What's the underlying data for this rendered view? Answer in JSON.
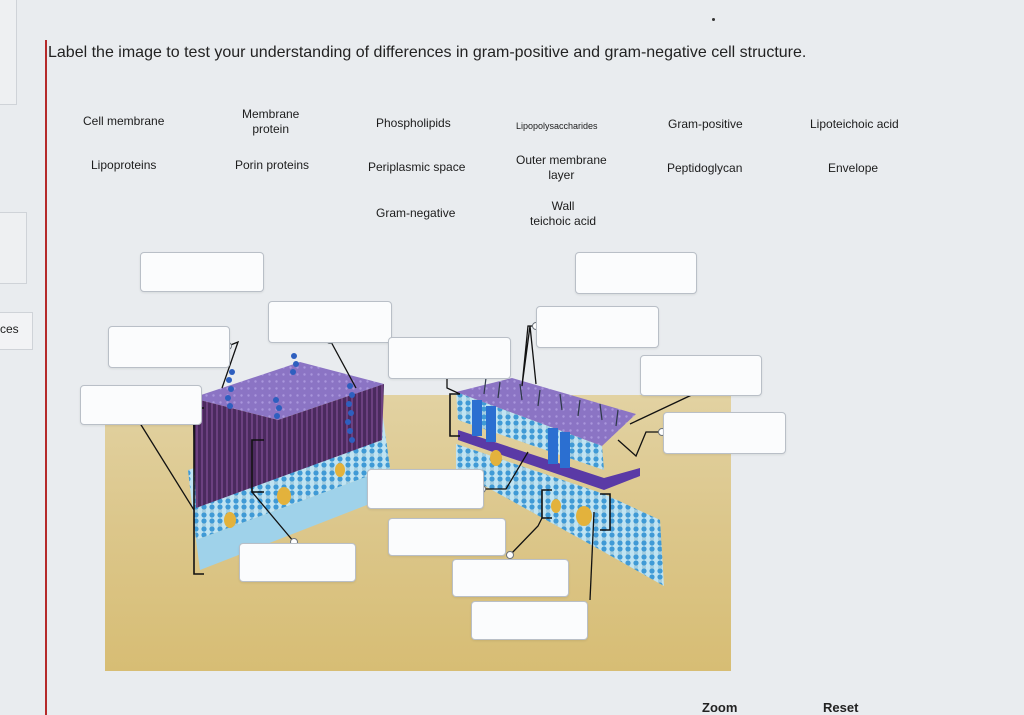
{
  "side": {
    "tab_label": "ces"
  },
  "title": "Label the image to test your understanding of differences in gram-positive and gram-negative cell structure.",
  "terms": {
    "cell_membrane": "Cell membrane",
    "membrane_protein_1": "Membrane",
    "membrane_protein_2": "protein",
    "phospholipids": "Phospholipids",
    "lipopolysaccharides": "Lipopolysaccharides",
    "gram_positive": "Gram-positive",
    "lipoteichoic_acid": "Lipoteichoic acid",
    "lipoproteins": "Lipoproteins",
    "porin_proteins": "Porin proteins",
    "periplasmic_space": "Periplasmic space",
    "outer_membrane_1": "Outer membrane",
    "outer_membrane_2": "layer",
    "peptidoglycan": "Peptidoglycan",
    "envelope": "Envelope",
    "gram_negative": "Gram-negative",
    "wall_teichoic_1": "Wall",
    "wall_teichoic_2": "teichoic acid"
  },
  "controls": {
    "zoom": "Zoom",
    "reset": "Reset"
  },
  "colors": {
    "accent_rule": "#b52a2a",
    "peptidoglycan_purple": "#8a6fb6",
    "membrane_blue": "#4aa3d8",
    "protein_yellow": "#e3b23c",
    "background_sand": "#dcc78c"
  }
}
